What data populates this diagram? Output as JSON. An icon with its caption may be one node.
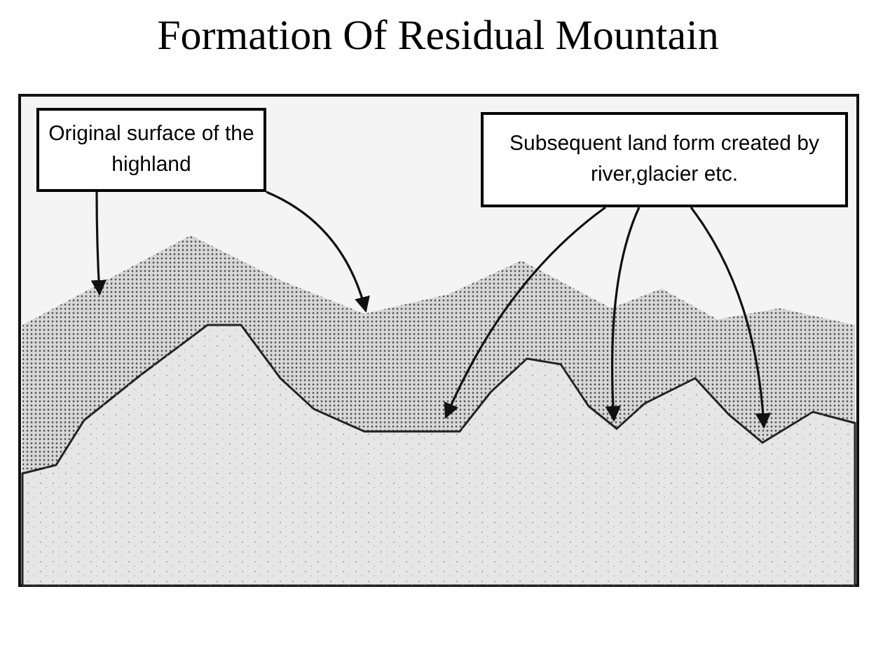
{
  "diagram": {
    "title": "Formation Of Residual Mountain",
    "nodes": [
      {
        "text": [
          "Original surface of the highland"
        ]
      },
      {
        "text": [
          "Subsequent land form created by river,glacier etc."
        ]
      }
    ],
    "edges": [
      {
        "from": 0,
        "to": null,
        "arrow": "to"
      },
      {
        "from": 0,
        "to": null,
        "arrow": "to"
      },
      {
        "from": 1,
        "to": null,
        "arrow": "to"
      },
      {
        "from": 1,
        "to": null,
        "arrow": "to"
      },
      {
        "from": 1,
        "to": null,
        "arrow": "to"
      }
    ]
  }
}
